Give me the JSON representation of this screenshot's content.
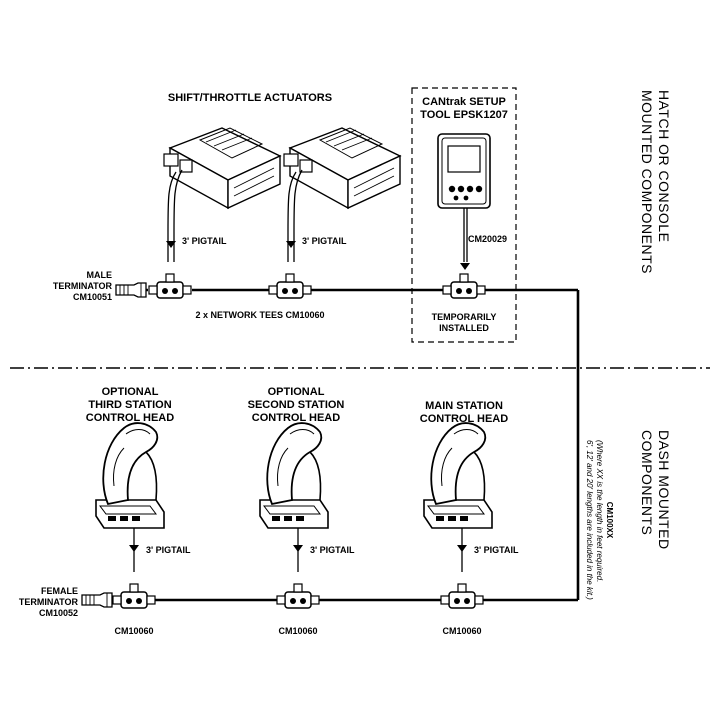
{
  "zones": {
    "top": [
      "HATCH OR CONSOLE",
      "MOUNTED COMPONENTS"
    ],
    "bottom": [
      "DASH MOUNTED",
      "COMPONENTS"
    ]
  },
  "actuators": {
    "title": "SHIFT/THROTTLE ACTUATORS",
    "pigtail_label": "3' PIGTAIL"
  },
  "setup_tool": {
    "title": [
      "CANtrak SETUP",
      "TOOL EPSK1207"
    ],
    "part": "CM20029",
    "note": [
      "TEMPORARILY",
      "INSTALLED"
    ]
  },
  "male_terminator": [
    "MALE",
    "TERMINATOR",
    "CM10051"
  ],
  "network_tees": "2 x NETWORK TEES CM10060",
  "female_terminator": [
    "FEMALE",
    "TERMINATOR",
    "CM10052"
  ],
  "control_heads": [
    {
      "title": [
        "OPTIONAL",
        "THIRD STATION",
        "CONTROL HEAD"
      ],
      "pigtail": "3' PIGTAIL",
      "tee": "CM10060"
    },
    {
      "title": [
        "OPTIONAL",
        "SECOND STATION",
        "CONTROL HEAD"
      ],
      "pigtail": "3' PIGTAIL",
      "tee": "CM10060"
    },
    {
      "title": [
        "MAIN STATION",
        "CONTROL HEAD"
      ],
      "pigtail": "3' PIGTAIL",
      "tee": "CM10060"
    }
  ],
  "riser_cable": {
    "part": "CM100XX",
    "note": [
      "(Where XX is the length in feet required.",
      "6', 12' and 20' lengths are included in the kit.)"
    ]
  }
}
